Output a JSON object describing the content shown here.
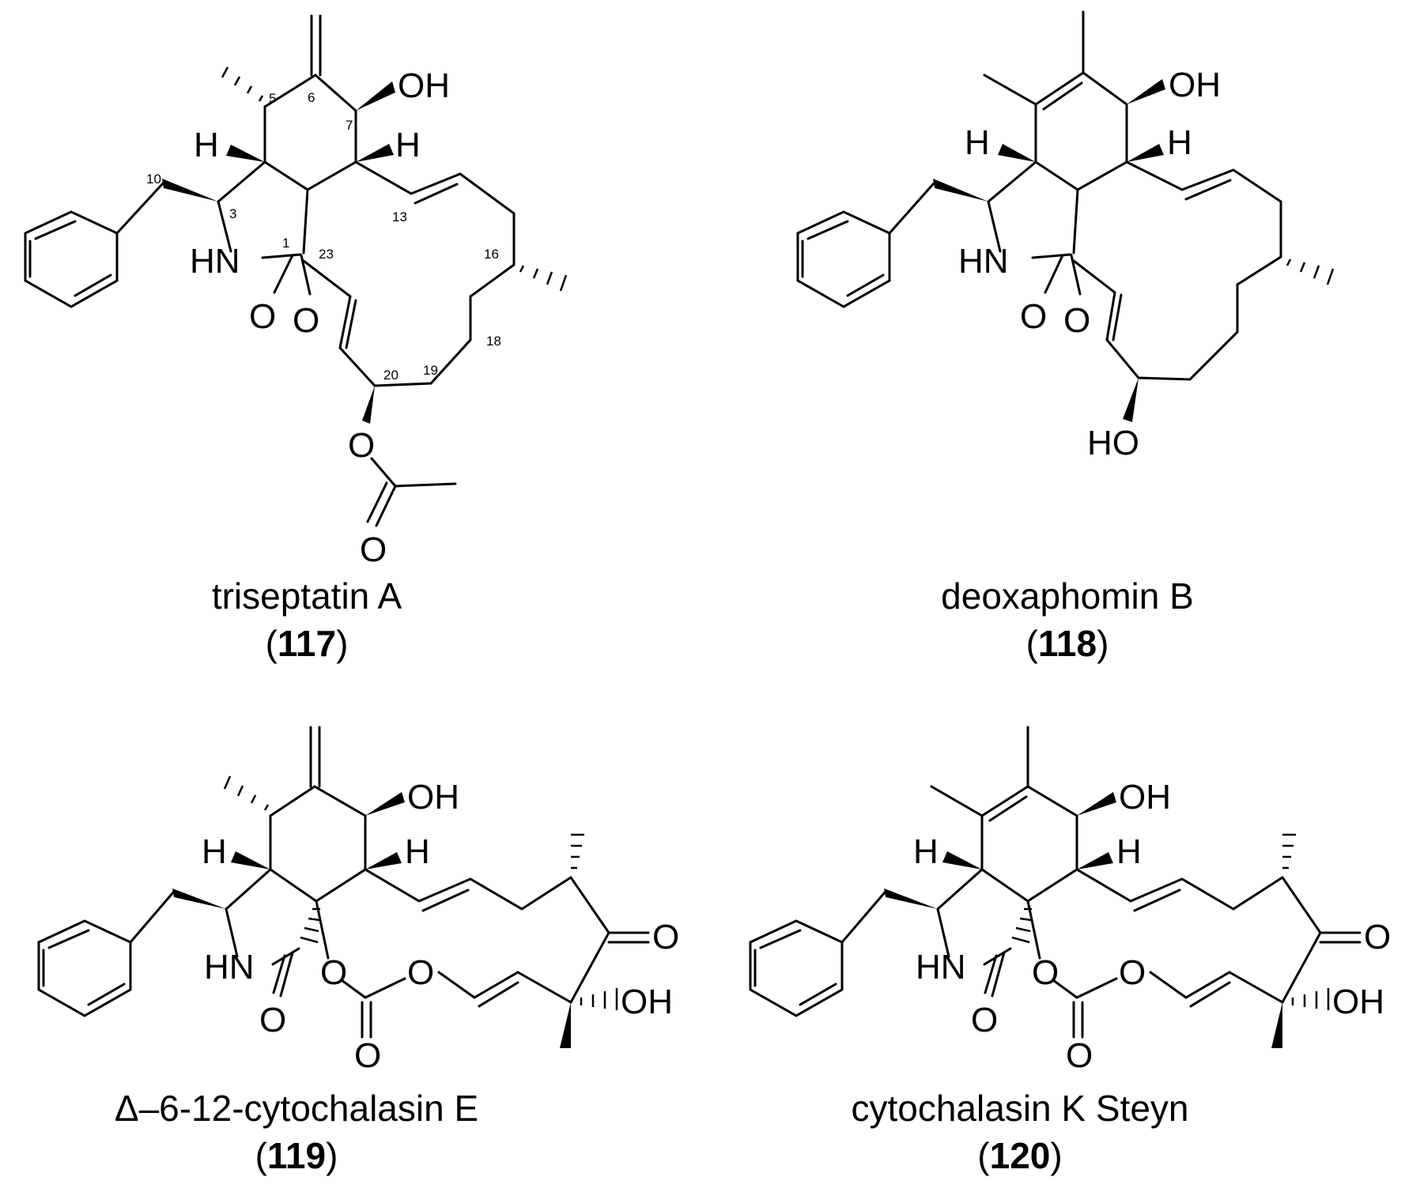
{
  "compounds": [
    {
      "name": "triseptatin A",
      "number": "117",
      "atoms": {
        "oh": "OH",
        "h_left": "H",
        "h_right": "H",
        "nh": "HN",
        "o_lactam": "O",
        "o_ketone": "O",
        "o_ester": "O",
        "o_carbonyl": "O"
      },
      "locants": [
        "6",
        "5",
        "7",
        "10",
        "3",
        "13",
        "1",
        "23",
        "16",
        "18",
        "19",
        "20"
      ]
    },
    {
      "name": "deoxaphomin B",
      "number": "118",
      "atoms": {
        "oh": "OH",
        "h_left": "H",
        "h_right": "H",
        "nh": "HN",
        "o_lactam": "O",
        "o_ketone": "O",
        "ho": "HO"
      }
    },
    {
      "name": "Δ–6-12-cytochalasin E",
      "number": "119",
      "atoms": {
        "oh": "OH",
        "h_left": "H",
        "h_right": "H",
        "nh": "HN",
        "o_lactam": "O",
        "o_ring": "O",
        "o_ring2": "O",
        "o_carbonate": "O",
        "o_ketone": "O",
        "oh2": "OH"
      }
    },
    {
      "name": "cytochalasin K Steyn",
      "number": "120",
      "atoms": {
        "oh": "OH",
        "h_left": "H",
        "h_right": "H",
        "nh": "HN",
        "o_lactam": "O",
        "o_ring": "O",
        "o_ring2": "O",
        "o_carbonate": "O",
        "o_ketone": "O",
        "oh2": "OH"
      }
    }
  ]
}
